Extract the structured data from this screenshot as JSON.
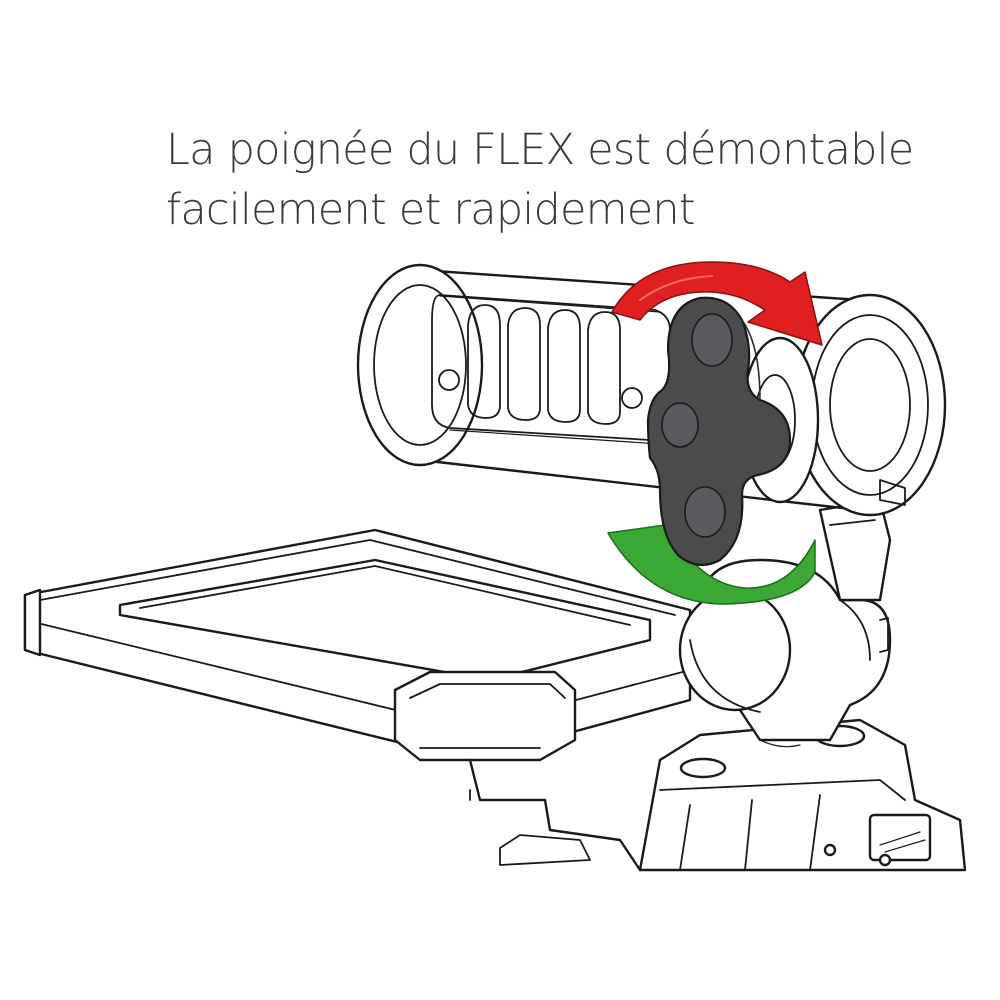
{
  "caption": {
    "line1": "La poignée du FLEX est démontable",
    "line2": "facilement et rapidement"
  },
  "colors": {
    "text": "#3a3a3a",
    "outline": "#1a1a1a",
    "knob": "#4a4b4d",
    "arrow_loosen": "#e02020",
    "arrow_tighten": "#3aaa35"
  },
  "icons": {
    "rotation_arrow_top": "curved-arrow-red",
    "rotation_arrow_bottom": "curved-arrow-green",
    "knob": "wing-knob"
  }
}
